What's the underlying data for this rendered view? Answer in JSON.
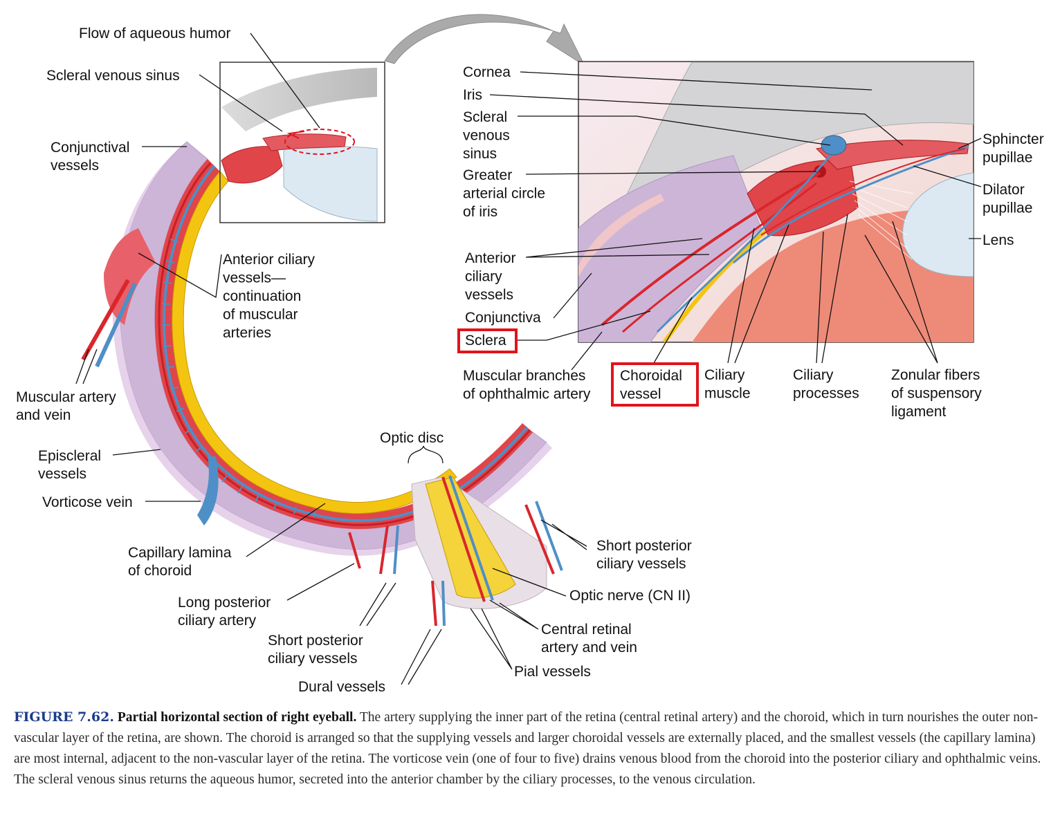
{
  "labels": {
    "flow_aqueous": "Flow of aqueous humor",
    "scleral_venous_sinus_left": "Scleral venous sinus",
    "conjunctival_vessels": [
      "Conjunctival",
      "vessels"
    ],
    "anterior_ciliary_continuation": [
      "Anterior ciliary",
      "vessels—",
      "continuation",
      "of muscular",
      "arteries"
    ],
    "muscular_artery_vein": [
      "Muscular artery",
      "and vein"
    ],
    "episcleral_vessels": [
      "Episcleral",
      "vessels"
    ],
    "vorticose_vein": "Vorticose vein",
    "capillary_lamina": [
      "Capillary lamina",
      "of choroid"
    ],
    "long_posterior_ciliary": [
      "Long posterior",
      "ciliary artery"
    ],
    "short_posterior_left": [
      "Short posterior",
      "ciliary vessels"
    ],
    "dural_vessels": "Dural vessels",
    "optic_disc": "Optic disc",
    "short_posterior_right": [
      "Short posterior",
      "ciliary vessels"
    ],
    "optic_nerve": "Optic nerve (CN II)",
    "central_retinal": [
      "Central retinal",
      "artery and vein"
    ],
    "pial_vessels": "Pial vessels",
    "cornea": "Cornea",
    "iris": "Iris",
    "scleral_venous_sinus_inset": [
      "Scleral",
      "venous",
      "sinus"
    ],
    "greater_arterial_circle": [
      "Greater",
      "arterial circle",
      "of iris"
    ],
    "anterior_ciliary_vessels": [
      "Anterior",
      "ciliary",
      "vessels"
    ],
    "conjunctiva": "Conjunctiva",
    "sclera": "Sclera",
    "muscular_branches": [
      "Muscular branches",
      "of ophthalmic artery"
    ],
    "choroidal_vessel": [
      "Choroidal",
      "vessel"
    ],
    "ciliary_muscle": [
      "Ciliary",
      "muscle"
    ],
    "ciliary_processes": [
      "Ciliary",
      "processes"
    ],
    "zonular_fibers": [
      "Zonular fibers",
      "of suspensory",
      "ligament"
    ],
    "sphincter_pupillae": [
      "Sphincter",
      "pupillae"
    ],
    "dilator_pupillae": [
      "Dilator",
      "pupillae"
    ],
    "lens": "Lens"
  },
  "caption": {
    "number": "FIGURE 7.62.",
    "title": "Partial horizontal section of right eyeball.",
    "body": "The artery supplying the inner part of the retina (central retinal artery) and the choroid, which in turn nourishes the outer non-vascular layer of the retina, are shown. The choroid is arranged so that the supplying vessels and larger choroidal vessels are externally placed, and the smallest vessels (the capillary lamina) are most internal, adjacent to the non-vascular layer of the retina. The vorticose vein (one of four to five) drains venous blood from the choroid into the posterior ciliary and ophthalmic veins. The scleral venous sinus returns the aqueous humor, secreted into the anterior chamber by the ciliary processes, to the venous circulation."
  },
  "colors": {
    "sclera": "#c9b2d6",
    "artery": "#d9262c",
    "vein": "#4f8fc7",
    "retina": "#f2c200",
    "choroid_peach": "#ee8a78",
    "highlight_box": "#e0141b",
    "caption_number": "#1b3b8c"
  }
}
